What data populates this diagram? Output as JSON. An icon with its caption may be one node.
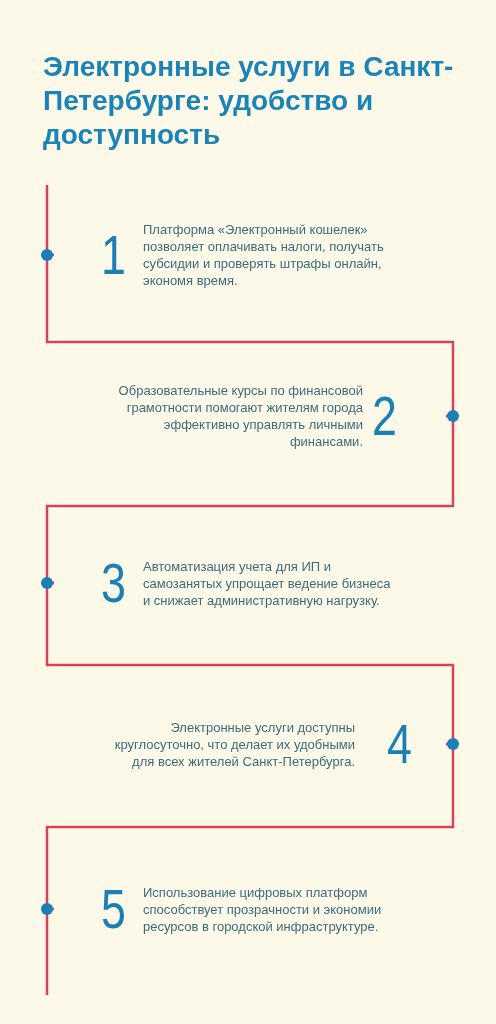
{
  "diagram": {
    "title": "Электронные услуги в Санкт-Петербурге: удобство и доступность",
    "nodes": [
      {
        "text": [
          "1",
          "Платформа «Электронный кошелек» позволяет оплачивать налоги, получать субсидии и проверять штрафы онлайн, экономя время."
        ]
      },
      {
        "text": [
          "Образовательные курсы по финансовой грамотности помогают жителям города эффективно управлять личными финансами.",
          "2"
        ]
      },
      {
        "text": [
          "3",
          "Автоматизация учета для ИП и самозанятых упрощает ведение бизнеса и снижает административную нагрузку."
        ]
      },
      {
        "text": [
          "Электронные услуги доступны круглосуточно, что делает их удобными для всех жителей Санкт-Петербурга.",
          "4"
        ]
      },
      {
        "text": [
          "5",
          "Использование цифровых платформ способствует прозрачности и экономии ресурсов в городской инфраструктуре."
        ]
      }
    ],
    "edges": [
      {
        "from": 0,
        "to": 1,
        "arrow": "none"
      },
      {
        "from": 1,
        "to": 2,
        "arrow": "none"
      },
      {
        "from": 2,
        "to": 3,
        "arrow": "none"
      },
      {
        "from": 3,
        "to": 4,
        "arrow": "none"
      }
    ]
  }
}
